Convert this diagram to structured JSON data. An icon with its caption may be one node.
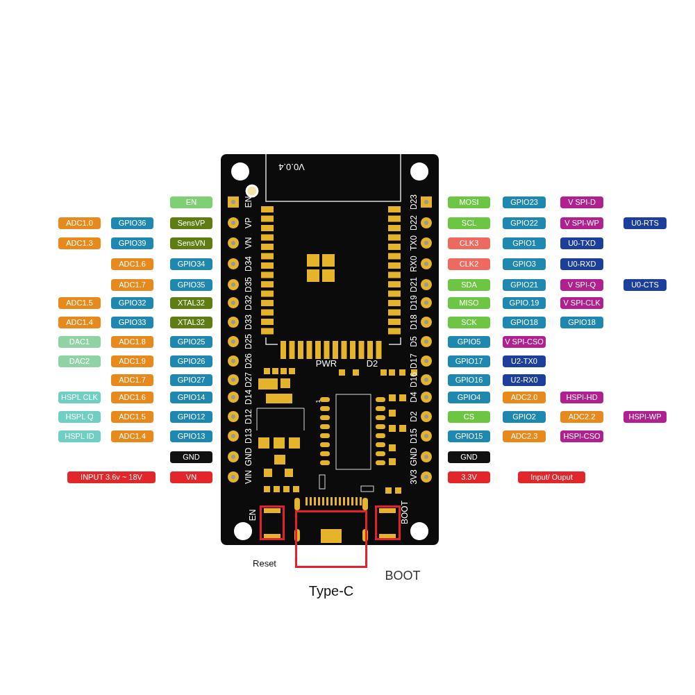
{
  "diagram": {
    "nodes": [
      {
        "text": [],
        "shape": "picture"
      },
      {
        "text": [
          "EN"
        ]
      },
      {
        "text": [
          "MOSI"
        ]
      },
      {
        "text": [
          "GPIO23"
        ]
      },
      {
        "text": [
          "V SPI-D"
        ]
      },
      {
        "text": [
          "ADC1.0"
        ]
      },
      {
        "text": [
          "GPIO36"
        ]
      },
      {
        "text": [
          "SensVP"
        ]
      },
      {
        "text": [
          "SCL"
        ]
      },
      {
        "text": [
          "GPIO22"
        ]
      },
      {
        "text": [
          "V SPI-WP"
        ]
      },
      {
        "text": [
          "U0-RTS"
        ]
      },
      {
        "text": [
          "ADC1.3"
        ]
      },
      {
        "text": [
          "GPIO39"
        ]
      },
      {
        "text": [
          "SensVN"
        ]
      },
      {
        "text": [
          "CLK3"
        ]
      },
      {
        "text": [
          "GPIO1"
        ]
      },
      {
        "text": [
          "U0-TXD"
        ]
      },
      {
        "text": [
          "ADC1.6"
        ]
      },
      {
        "text": [
          "GPIO34"
        ]
      },
      {
        "text": [
          "CLK2"
        ]
      },
      {
        "text": [
          "GPIO3"
        ]
      },
      {
        "text": [
          "U0-RXD"
        ]
      },
      {
        "text": [
          "ADC1.7"
        ]
      },
      {
        "text": [
          "GPIO35"
        ]
      },
      {
        "text": [
          "SDA"
        ]
      },
      {
        "text": [
          "GPIO21"
        ]
      },
      {
        "text": [
          "V SPI-Q"
        ]
      },
      {
        "text": [
          "U0-CTS"
        ]
      },
      {
        "text": [
          "ADC1.5"
        ]
      },
      {
        "text": [
          "GPIO32"
        ]
      },
      {
        "text": [
          "XTAL32"
        ]
      },
      {
        "text": [
          "MISO"
        ]
      },
      {
        "text": [
          "GPIO.19"
        ]
      },
      {
        "text": [
          "V SPI-CLK"
        ]
      },
      {
        "text": [
          "ADC1.4"
        ]
      },
      {
        "text": [
          "GPIO33"
        ]
      },
      {
        "text": [
          "XTAL32"
        ]
      },
      {
        "text": [
          "SCK"
        ]
      },
      {
        "text": [
          "GPIO18"
        ]
      },
      {
        "text": [
          "GPIO18"
        ]
      },
      {
        "text": [
          "DAC1"
        ]
      },
      {
        "text": [
          "ADC1.8"
        ]
      },
      {
        "text": [
          "GPIO25"
        ]
      },
      {
        "text": [
          "GPIO5"
        ]
      },
      {
        "text": [
          "V SPI-CSO"
        ]
      },
      {
        "text": [
          "DAC2"
        ]
      },
      {
        "text": [
          "ADC1.9"
        ]
      },
      {
        "text": [
          "GPIO26"
        ]
      },
      {
        "text": [
          "GPIO17"
        ]
      },
      {
        "text": [
          "U2-TX0"
        ]
      },
      {
        "text": [
          "ADC1.7"
        ]
      },
      {
        "text": [
          "GPIO27"
        ]
      },
      {
        "text": [
          "GPIO16"
        ]
      },
      {
        "text": [
          "U2-RX0"
        ]
      },
      {
        "text": [
          "HSPL CLK"
        ]
      },
      {
        "text": [
          "ADC1.6"
        ]
      },
      {
        "text": [
          "GPIO14"
        ]
      },
      {
        "text": [
          "GPIO4"
        ]
      },
      {
        "text": [
          "ADC2.0"
        ]
      },
      {
        "text": [
          "HSPI-HD"
        ]
      },
      {
        "text": [
          "HSPL Q"
        ]
      },
      {
        "text": [
          "ADC1.5"
        ]
      },
      {
        "text": [
          "GPIO12"
        ]
      },
      {
        "text": [
          "CS"
        ]
      },
      {
        "text": [
          "GPIO2"
        ]
      },
      {
        "text": [
          "ADC2.2"
        ]
      },
      {
        "text": [
          "HSPI-WP"
        ]
      },
      {
        "text": [
          "HSPL ID"
        ]
      },
      {
        "text": [
          "ADC1.4"
        ]
      },
      {
        "text": [
          "GPIO13"
        ]
      },
      {
        "text": [
          "GPIO15"
        ]
      },
      {
        "text": [
          "ADC2.3"
        ]
      },
      {
        "text": [
          "HSPI-CSO"
        ]
      },
      {
        "text": [
          "GND"
        ]
      },
      {
        "text": [
          "GND"
        ]
      },
      {
        "text": [
          "INPUT  3.6v ~ 18V"
        ]
      },
      {
        "text": [
          "VN"
        ]
      },
      {
        "text": [
          "3.3V"
        ]
      },
      {
        "text": [
          "Input/ Ouput"
        ]
      },
      {
        "text": [],
        "shape": "box",
        "in": 0,
        "beside": [
          "EN",
          "Reset"
        ]
      },
      {
        "text": [],
        "shape": "box",
        "beside": [
          "Type-C"
        ]
      },
      {
        "text": [],
        "shape": "box",
        "in": 0,
        "beside": [
          "BOOT",
          "BOOT"
        ]
      }
    ],
    "labels": [
      "V0.0.4",
      "EN",
      "D23",
      "VP",
      "D22",
      "VN",
      "TX0",
      "D34",
      "RX0",
      "D35",
      "D21",
      "D32",
      "D19",
      "D33",
      "D18",
      "D25",
      "D5",
      "D26",
      "D17",
      "D27",
      "D16",
      "D14",
      "D4",
      "D12",
      "D2",
      "D13",
      "D15",
      "GND",
      "GND",
      "VIN",
      "3V3",
      "PWR",
      "D2",
      "1"
    ]
  }
}
